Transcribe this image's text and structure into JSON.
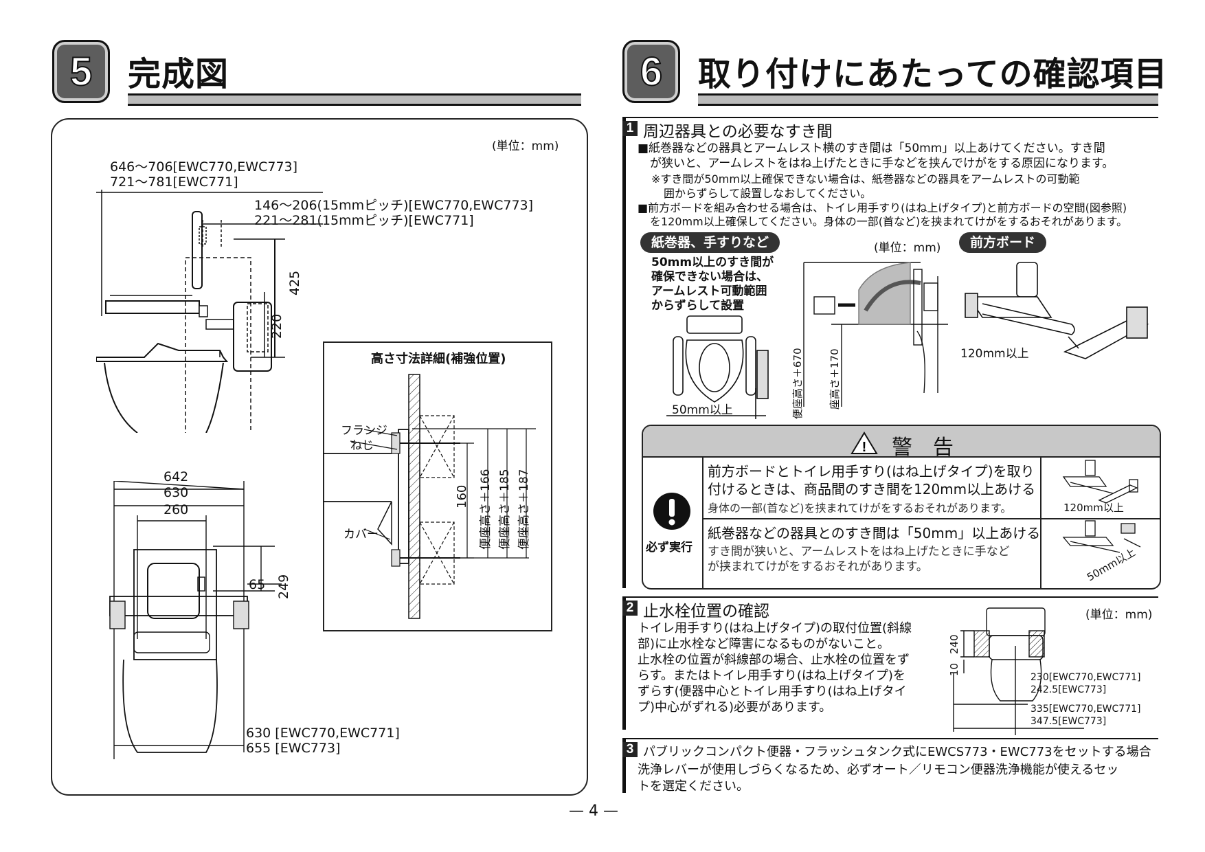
{
  "left_section": {
    "number": "5",
    "title": "完成図",
    "unit": "(単位：mm)",
    "dim_top_1": "646～706[EWC770,EWC773]",
    "dim_top_2": "721～781[EWC771]",
    "dim_pitch_1": "146～206(15mmピッチ)[EWC770,EWC773]",
    "dim_pitch_2": "221～281(15mmピッチ)[EWC771]",
    "dim_425": "425",
    "dim_220": "220",
    "detail_title": "高さ寸法詳細(補強位置)",
    "label_flange": "フランジ",
    "label_screw": "ねじ",
    "label_cover": "カバー",
    "dim_160": "160",
    "dim_h166": "便座高さ＋166",
    "dim_h185": "便座高さ＋185",
    "dim_h187": "便座高さ＋187",
    "dim_642": "642",
    "dim_630": "630",
    "dim_260": "260",
    "dim_65": "65",
    "dim_249": "249",
    "dim_bottom_1": "630 [EWC770,EWC771]",
    "dim_bottom_2": "655 [EWC773]"
  },
  "right_section": {
    "number": "6",
    "title": "取り付けにあたっての確認項目",
    "sub1": {
      "number": "1",
      "title": "周辺器具との必要なすき間",
      "lines": [
        "■紙巻器などの器具とアームレスト横のすき間は「50mm」以上あけてください。すき間",
        "が狭いと、アームレストをはね上げたときに手などを挟んでけがをする原因になります。",
        "※すき間が50mm以上確保できない場合は、紙巻器などの器具をアームレストの可動範",
        "囲からずらして設置しなおしてください。",
        "■前方ボードを組み合わせる場合は、トイレ用手すり(はね上げタイプ)と前方ボードの空間(図参照)",
        "を120mm以上確保してください。身体の一部(首など)を挟まれてけがをするおそれがあります。"
      ],
      "pill_left": "紙巻器、手すりなど",
      "pill_right": "前方ボード",
      "unit": "(単位：mm)",
      "note_lines": [
        "50mm以上のすき間が",
        "確保できない場合は、",
        "アームレスト可動範囲",
        "からずらして設置"
      ],
      "dim_50": "50mm以上",
      "dim_670": "便座高さ＋670",
      "dim_170": "座高さ＋170",
      "dim_120": "120mm以上"
    },
    "warning": {
      "title": "警　告",
      "must_label": "必ず実行",
      "item1_head_1": "前方ボードとトイレ用手すり(はね上げタイプ)を取り",
      "item1_head_2": "付けるときは、商品間のすき間を120mm以上あける",
      "item1_body": "身体の一部(首など)を挟まれてけがをするおそれがあります。",
      "item1_fig": "120mm以上",
      "item2_head": "紙巻器などの器具とのすき間は「50mm」以上あける",
      "item2_body_1": "すき間が狭いと、アームレストをはね上げたときに手など",
      "item2_body_2": "が挟まれてけがをするおそれがあります。",
      "item2_fig": "50mm以上"
    },
    "sub2": {
      "number": "2",
      "title": "止水栓位置の確認",
      "unit": "(単位：mm)",
      "lines": [
        "トイレ用手すり(はね上げタイプ)の取付位置(斜線",
        "部)に止水栓など障害になるものがないこと。",
        "止水栓の位置が斜線部の場合、止水栓の位置をず",
        "らす。またはトイレ用手すり(はね上げタイプ)を",
        "ずらす(便器中心とトイレ用手すり(はね上げタイ",
        "プ)中心がずれる)必要があります。"
      ],
      "dim_240": "240",
      "dim_10": "10",
      "dim_a1": "230[EWC770,EWC771]",
      "dim_a2": "242.5[EWC773]",
      "dim_b1": "335[EWC770,EWC771]",
      "dim_b2": "347.5[EWC773]"
    },
    "sub3": {
      "number": "3",
      "title": "パブリックコンパクト便器・フラッシュタンク式にEWCS773・EWC773をセットする場合",
      "lines": [
        "洗浄レバーが使用しづらくなるため、必ずオート／リモコン便器洗浄機能が使えるセッ",
        "トを選定ください。"
      ]
    }
  },
  "page_number": "— 4 —"
}
